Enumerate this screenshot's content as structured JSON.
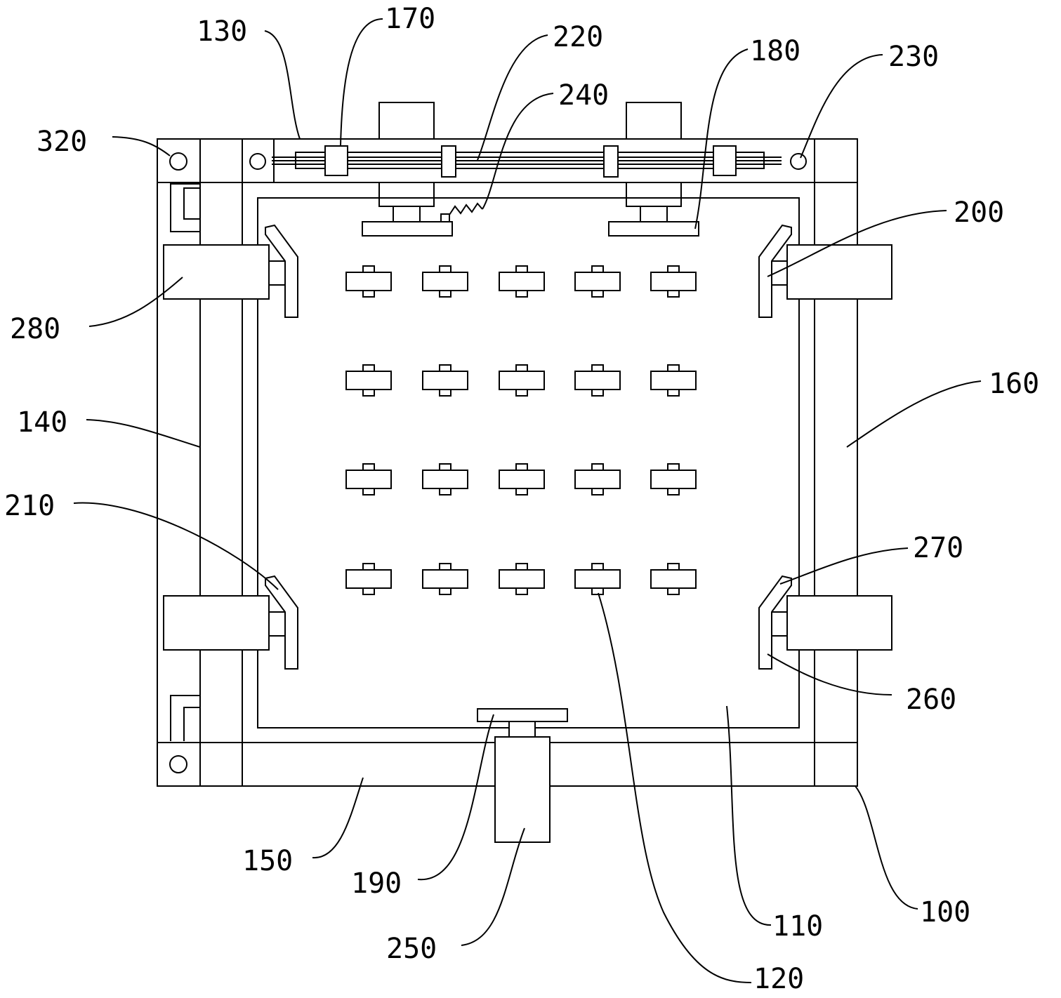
{
  "labels": {
    "l100": "100",
    "l110": "110",
    "l120": "120",
    "l130": "130",
    "l140": "140",
    "l150": "150",
    "l160": "160",
    "l170": "170",
    "l180": "180",
    "l190": "190",
    "l200": "200",
    "l210": "210",
    "l220": "220",
    "l230": "230",
    "l240": "240",
    "l250": "250",
    "l260": "260",
    "l270": "270",
    "l280": "280",
    "l320": "320"
  }
}
